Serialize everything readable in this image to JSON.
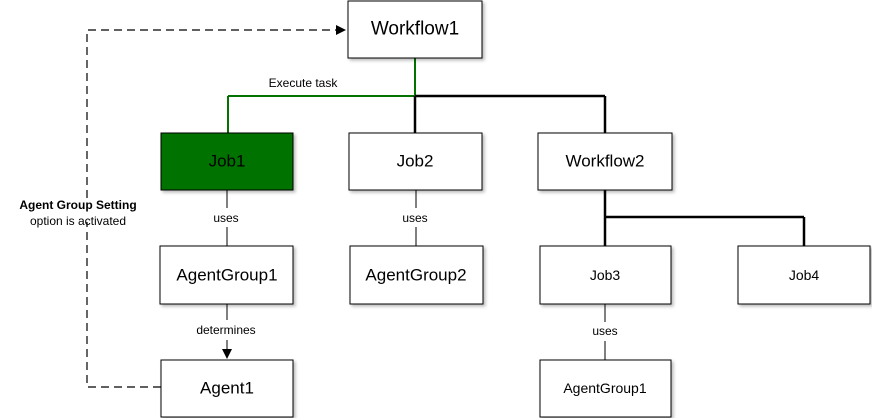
{
  "nodes": {
    "workflow1": "Workflow1",
    "job1": "Job1",
    "job2": "Job2",
    "workflow2": "Workflow2",
    "agentgroup1": "AgentGroup1",
    "agentgroup2": "AgentGroup2",
    "job3": "Job3",
    "job4": "Job4",
    "agent1": "Agent1",
    "agentgroup1_job3": "AgentGroup1"
  },
  "edge_labels": {
    "execute_task": "Execute task",
    "uses_job1": "uses",
    "uses_job2": "uses",
    "uses_job3": "uses",
    "determines": "determines"
  },
  "note": {
    "title": "Agent Group Setting",
    "text": "option is activated"
  },
  "colors": {
    "active_node": "#037200",
    "active_path": "#037200",
    "line": "#000000"
  }
}
